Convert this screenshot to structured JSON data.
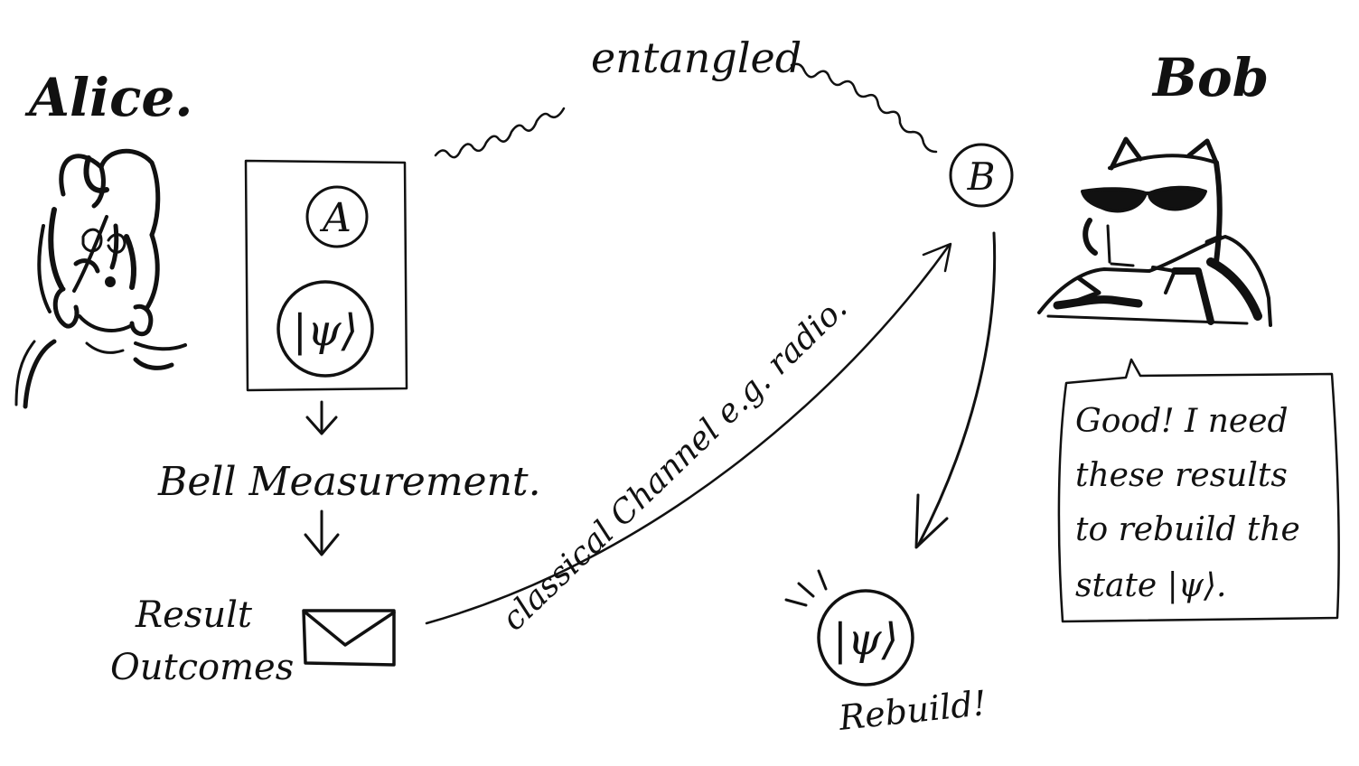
{
  "labels": {
    "alice": "Alice.",
    "bob": "Bob",
    "entangled": "entangled",
    "qubit_a": "A",
    "qubit_b": "B",
    "state_top": "|ψ⟩",
    "bell_measurement": "Bell Measurement.",
    "result_line1": "Result",
    "result_line2": "Outcomes",
    "classical_channel": "classical Channel e.g. radio.",
    "state_rebuilt": "|ψ⟩",
    "rebuild": "Rebuild!"
  },
  "speech_bubble": {
    "lines": [
      "Good! I need",
      "these results",
      "to rebuild the",
      "state |ψ⟩."
    ]
  },
  "colors": {
    "ink": "#111111",
    "paper": "#ffffff"
  },
  "icons": [
    "alice-figure",
    "bob-figure",
    "envelope-icon",
    "down-arrow-icon",
    "sparkle-icon"
  ]
}
